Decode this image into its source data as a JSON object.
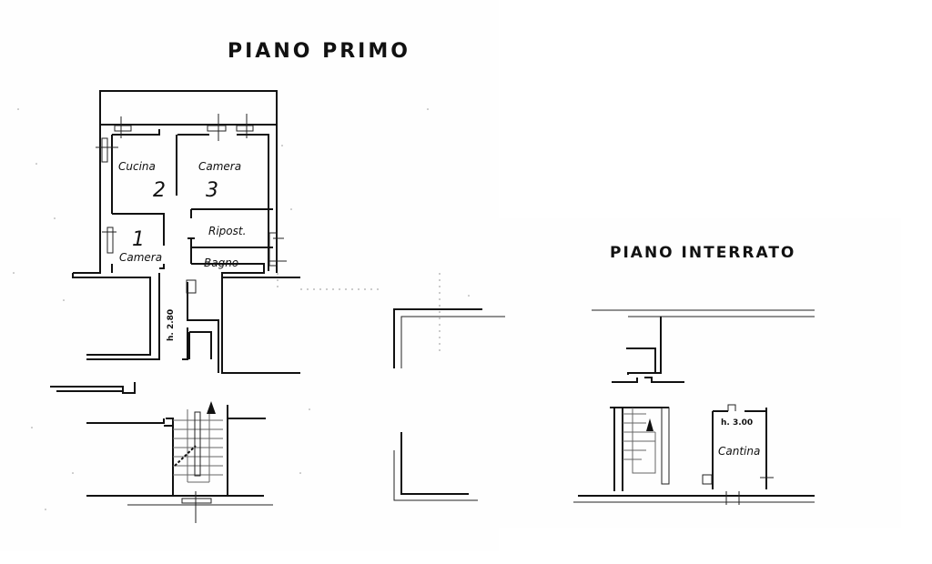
{
  "plans": {
    "piano_primo": {
      "title": "PIANO PRIMO",
      "height_label": "h. 2.80",
      "rooms": [
        {
          "name": "Cucina",
          "number": "2"
        },
        {
          "name": "Camera",
          "number": "3"
        },
        {
          "name": "Camera",
          "number": "1"
        },
        {
          "name": "Ripost.",
          "number": ""
        },
        {
          "name": "Bagno",
          "number": ""
        }
      ],
      "staircase": "stairs-up"
    },
    "piano_interrato": {
      "title": "PIANO INTERRATO",
      "height_label": "h. 3.00",
      "rooms": [
        {
          "name": "Cantina"
        }
      ],
      "staircase": "stairs-down"
    }
  },
  "colors": {
    "ink": "#111111",
    "paper": "#ffffff"
  }
}
